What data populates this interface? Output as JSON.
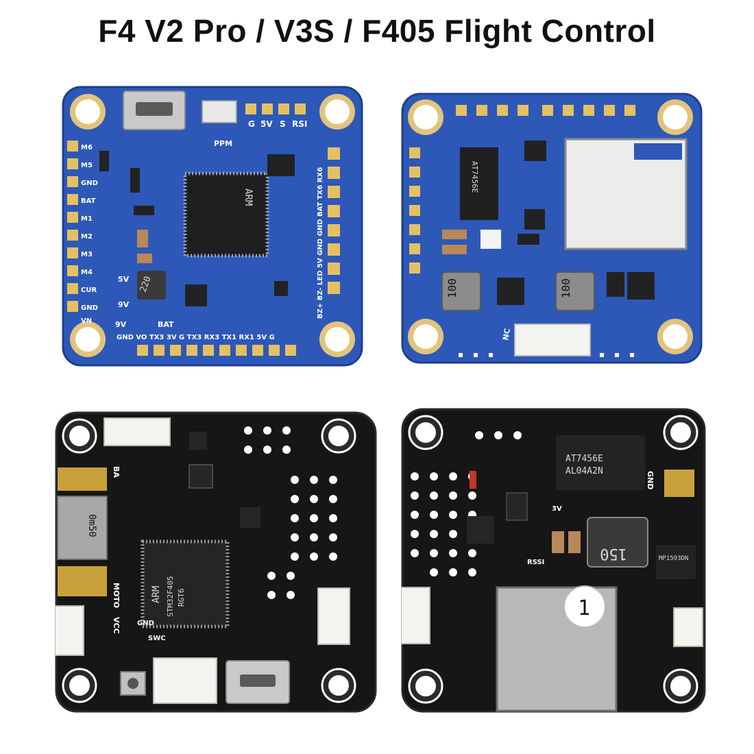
{
  "title": "F4 V2 Pro / V3S / F405 Flight Control",
  "colors": {
    "background": "#ffffff",
    "blue_pcb": "#2d58b8",
    "black_pcb": "#161616",
    "gold_pad": "#c9a13b",
    "silkscreen": "#ffffff"
  },
  "board_tl": {
    "left_labels": [
      "M6",
      "M5",
      "GND",
      "BAT",
      "M1",
      "M2",
      "M3",
      "M4",
      "CUR",
      "GND",
      "VN"
    ],
    "top_labels": [
      "G",
      "5V",
      "S",
      "RSI"
    ],
    "ppm": "PPM",
    "right_labels": "BZ+ BZ- LED 5V GND GND BAT TX6 RX6",
    "bottom_labels": "GND VO TX3 3V G TX3 RX3 TX1 RX1 5V G",
    "inductor_mark": "220",
    "mcu_mark": "ARM",
    "v_labels": [
      "9V",
      "5V"
    ],
    "bat_labels": [
      "9V",
      "BAT"
    ]
  },
  "board_tr": {
    "chip_mark": "AT7456E",
    "inductor_marks": [
      "100",
      "100"
    ],
    "nc_label": "NC"
  },
  "board_bl": {
    "ba_label": "BA",
    "shunt_mark": "0m50",
    "moto_label": "MOTO",
    "vcc_label": "VCC",
    "gnd_label": "GND",
    "swc_label": "SWC",
    "mcu_marks": [
      "ARM",
      "STM32F405",
      "RGT6"
    ]
  },
  "board_br": {
    "chip_mark": "AT7456E",
    "chip_mark2": "AL04A2N",
    "inductor_mark": "150",
    "regulator_mark": "MP1593DN",
    "gnd_label": "GND",
    "rssi_label": "RSSI",
    "v_label": "3V",
    "sd_mark": "1"
  }
}
